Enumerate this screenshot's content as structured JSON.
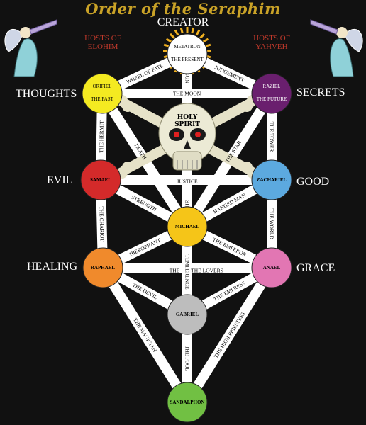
{
  "title": "Order of the Seraphim",
  "creator": "CREATOR",
  "hosts_left": [
    "HOSTS OF",
    "ELOHIM"
  ],
  "hosts_right": [
    "HOSTS OF",
    "YAHVEH"
  ],
  "side_labels": {
    "thoughts": "THOUGHTS",
    "secrets": "SECRETS",
    "evil": "EVIL",
    "good": "GOOD",
    "healing": "HEALING",
    "grace": "GRACE"
  },
  "skull_text": [
    "HOLY",
    "SPIRIT"
  ],
  "nodes": [
    {
      "id": "metatron",
      "lines": [
        "METATRON",
        "THE PRESENT"
      ],
      "color": "#ffffff",
      "text": "#000000"
    },
    {
      "id": "orifiel",
      "lines": [
        "ORIFIEL",
        "THE PAST"
      ],
      "color": "#f4ea21",
      "text": "#000000"
    },
    {
      "id": "raziel",
      "lines": [
        "RAZIEL",
        "THE FUTURE"
      ],
      "color": "#6a1f6e",
      "text": "#ffffff"
    },
    {
      "id": "samael",
      "lines": [
        "SAMAEL"
      ],
      "color": "#d42a2a",
      "text": "#000000"
    },
    {
      "id": "zachariel",
      "lines": [
        "ZACHARIEL"
      ],
      "color": "#5ca9df",
      "text": "#000000"
    },
    {
      "id": "michael",
      "lines": [
        "MICHAEL"
      ],
      "color": "#f5c518",
      "text": "#000000"
    },
    {
      "id": "raphael",
      "lines": [
        "RAPHAEL"
      ],
      "color": "#f08a2c",
      "text": "#000000"
    },
    {
      "id": "anael",
      "lines": [
        "ANAEL"
      ],
      "color": "#e276b3",
      "text": "#000000"
    },
    {
      "id": "gabriel",
      "lines": [
        "GABRIEL"
      ],
      "color": "#bdbdbd",
      "text": "#000000"
    },
    {
      "id": "sandalphon",
      "lines": [
        "SANDALPHON"
      ],
      "color": "#71c043",
      "text": "#000000"
    }
  ],
  "paths": [
    {
      "from": "metatron",
      "to": "orifiel",
      "label": "WHEEL OF FATE"
    },
    {
      "from": "metatron",
      "to": "raziel",
      "label": "JUDGEMENT"
    },
    {
      "from": "metatron",
      "to": "michael",
      "label": "SUN"
    },
    {
      "from": "orifiel",
      "to": "raziel",
      "label": "THE MOON"
    },
    {
      "from": "orifiel",
      "to": "samael",
      "label": "THE HERMIT"
    },
    {
      "from": "orifiel",
      "to": "michael",
      "label": "DEATH"
    },
    {
      "from": "raziel",
      "to": "zachariel",
      "label": "THE TOWER"
    },
    {
      "from": "raziel",
      "to": "michael",
      "label": "THE STAR"
    },
    {
      "from": "samael",
      "to": "zachariel",
      "label": "JUSTICE"
    },
    {
      "from": "samael",
      "to": "michael",
      "label": "STRENGTH"
    },
    {
      "from": "samael",
      "to": "raphael",
      "label": "THE CHARIOT"
    },
    {
      "from": "zachariel",
      "to": "michael",
      "label": "HANGED MAN"
    },
    {
      "from": "zachariel",
      "to": "anael",
      "label": "THE WORLD"
    },
    {
      "from": "michael",
      "to": "raphael",
      "label": "HIEROPHANT"
    },
    {
      "from": "michael",
      "to": "anael",
      "label": "THE EMPEROR"
    },
    {
      "from": "michael",
      "to": "gabriel",
      "label": "TEMPERENCE"
    },
    {
      "from": "raphael",
      "to": "anael",
      "label": "THE LOVERS"
    },
    {
      "from": "raphael",
      "to": "gabriel",
      "label": "THE DEVIL"
    },
    {
      "from": "raphael",
      "to": "sandalphon",
      "label": "THE MAGICIAN"
    },
    {
      "from": "anael",
      "to": "gabriel",
      "label": "THE EMPRESS"
    },
    {
      "from": "anael",
      "to": "sandalphon",
      "label": "THE HIGH PRIESTESS"
    },
    {
      "from": "gabriel",
      "to": "sandalphon",
      "label": "THE FOOL"
    }
  ],
  "extra_labels": {
    "the": "THE",
    "the_short": "THE"
  }
}
